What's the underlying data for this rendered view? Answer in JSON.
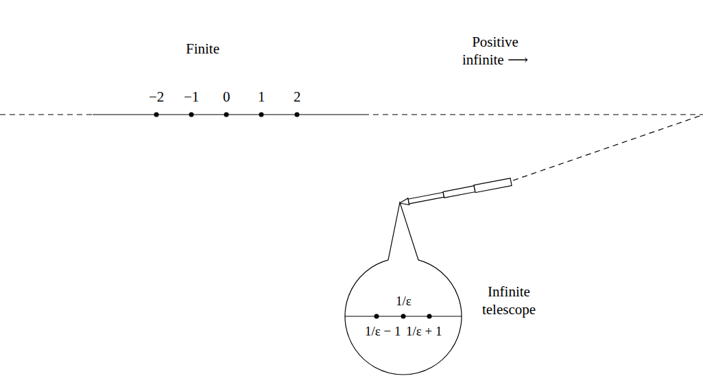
{
  "diagram": {
    "nodes": [
      {
        "text": [
          "1/ε",
          "1/ε − 1",
          "1/ε + 1"
        ]
      }
    ],
    "labels": [
      "Finite",
      "Positive infinite ⟶",
      "−2",
      "−1",
      "0",
      "1",
      "2",
      "Infinite telescope"
    ]
  }
}
